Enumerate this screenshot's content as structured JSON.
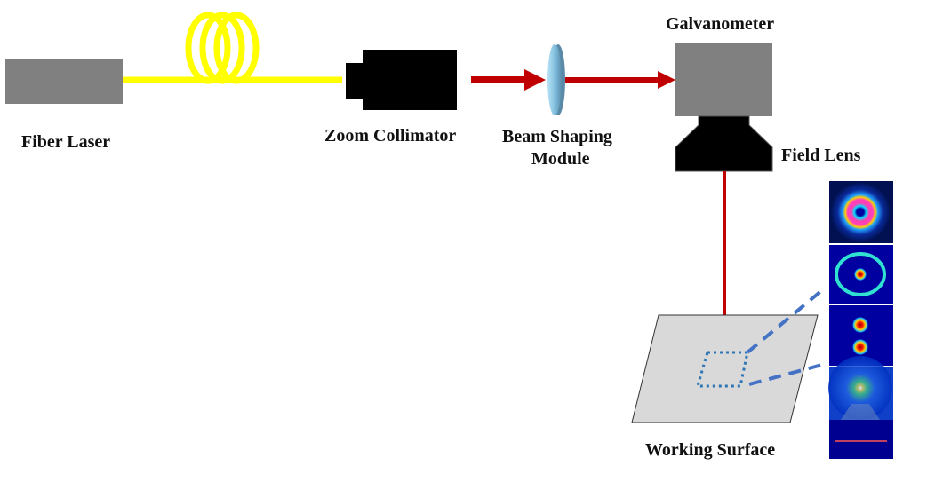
{
  "labels": {
    "fiber_laser": "Fiber Laser",
    "zoom_collimator": "Zoom Collimator",
    "beam_shaping_line1": "Beam Shaping",
    "beam_shaping_line2": "Module",
    "galvanometer": "Galvanometer",
    "field_lens": "Field Lens",
    "working_surface": "Working Surface"
  },
  "colors": {
    "laser_body": "#808080",
    "fiber": "#ffff00",
    "collimator": "#000000",
    "beam": "#c00000",
    "lens": "#8fc4e0",
    "galvo": "#808080",
    "surface": "#d9d9d9",
    "zoom_box": "#2e75b6",
    "callout": "#4472c4",
    "panel_bg": "#000080"
  },
  "beam_profiles": [
    "ring-donut",
    "ring-with-center-spot",
    "two-spots",
    "bessel-pattern"
  ]
}
